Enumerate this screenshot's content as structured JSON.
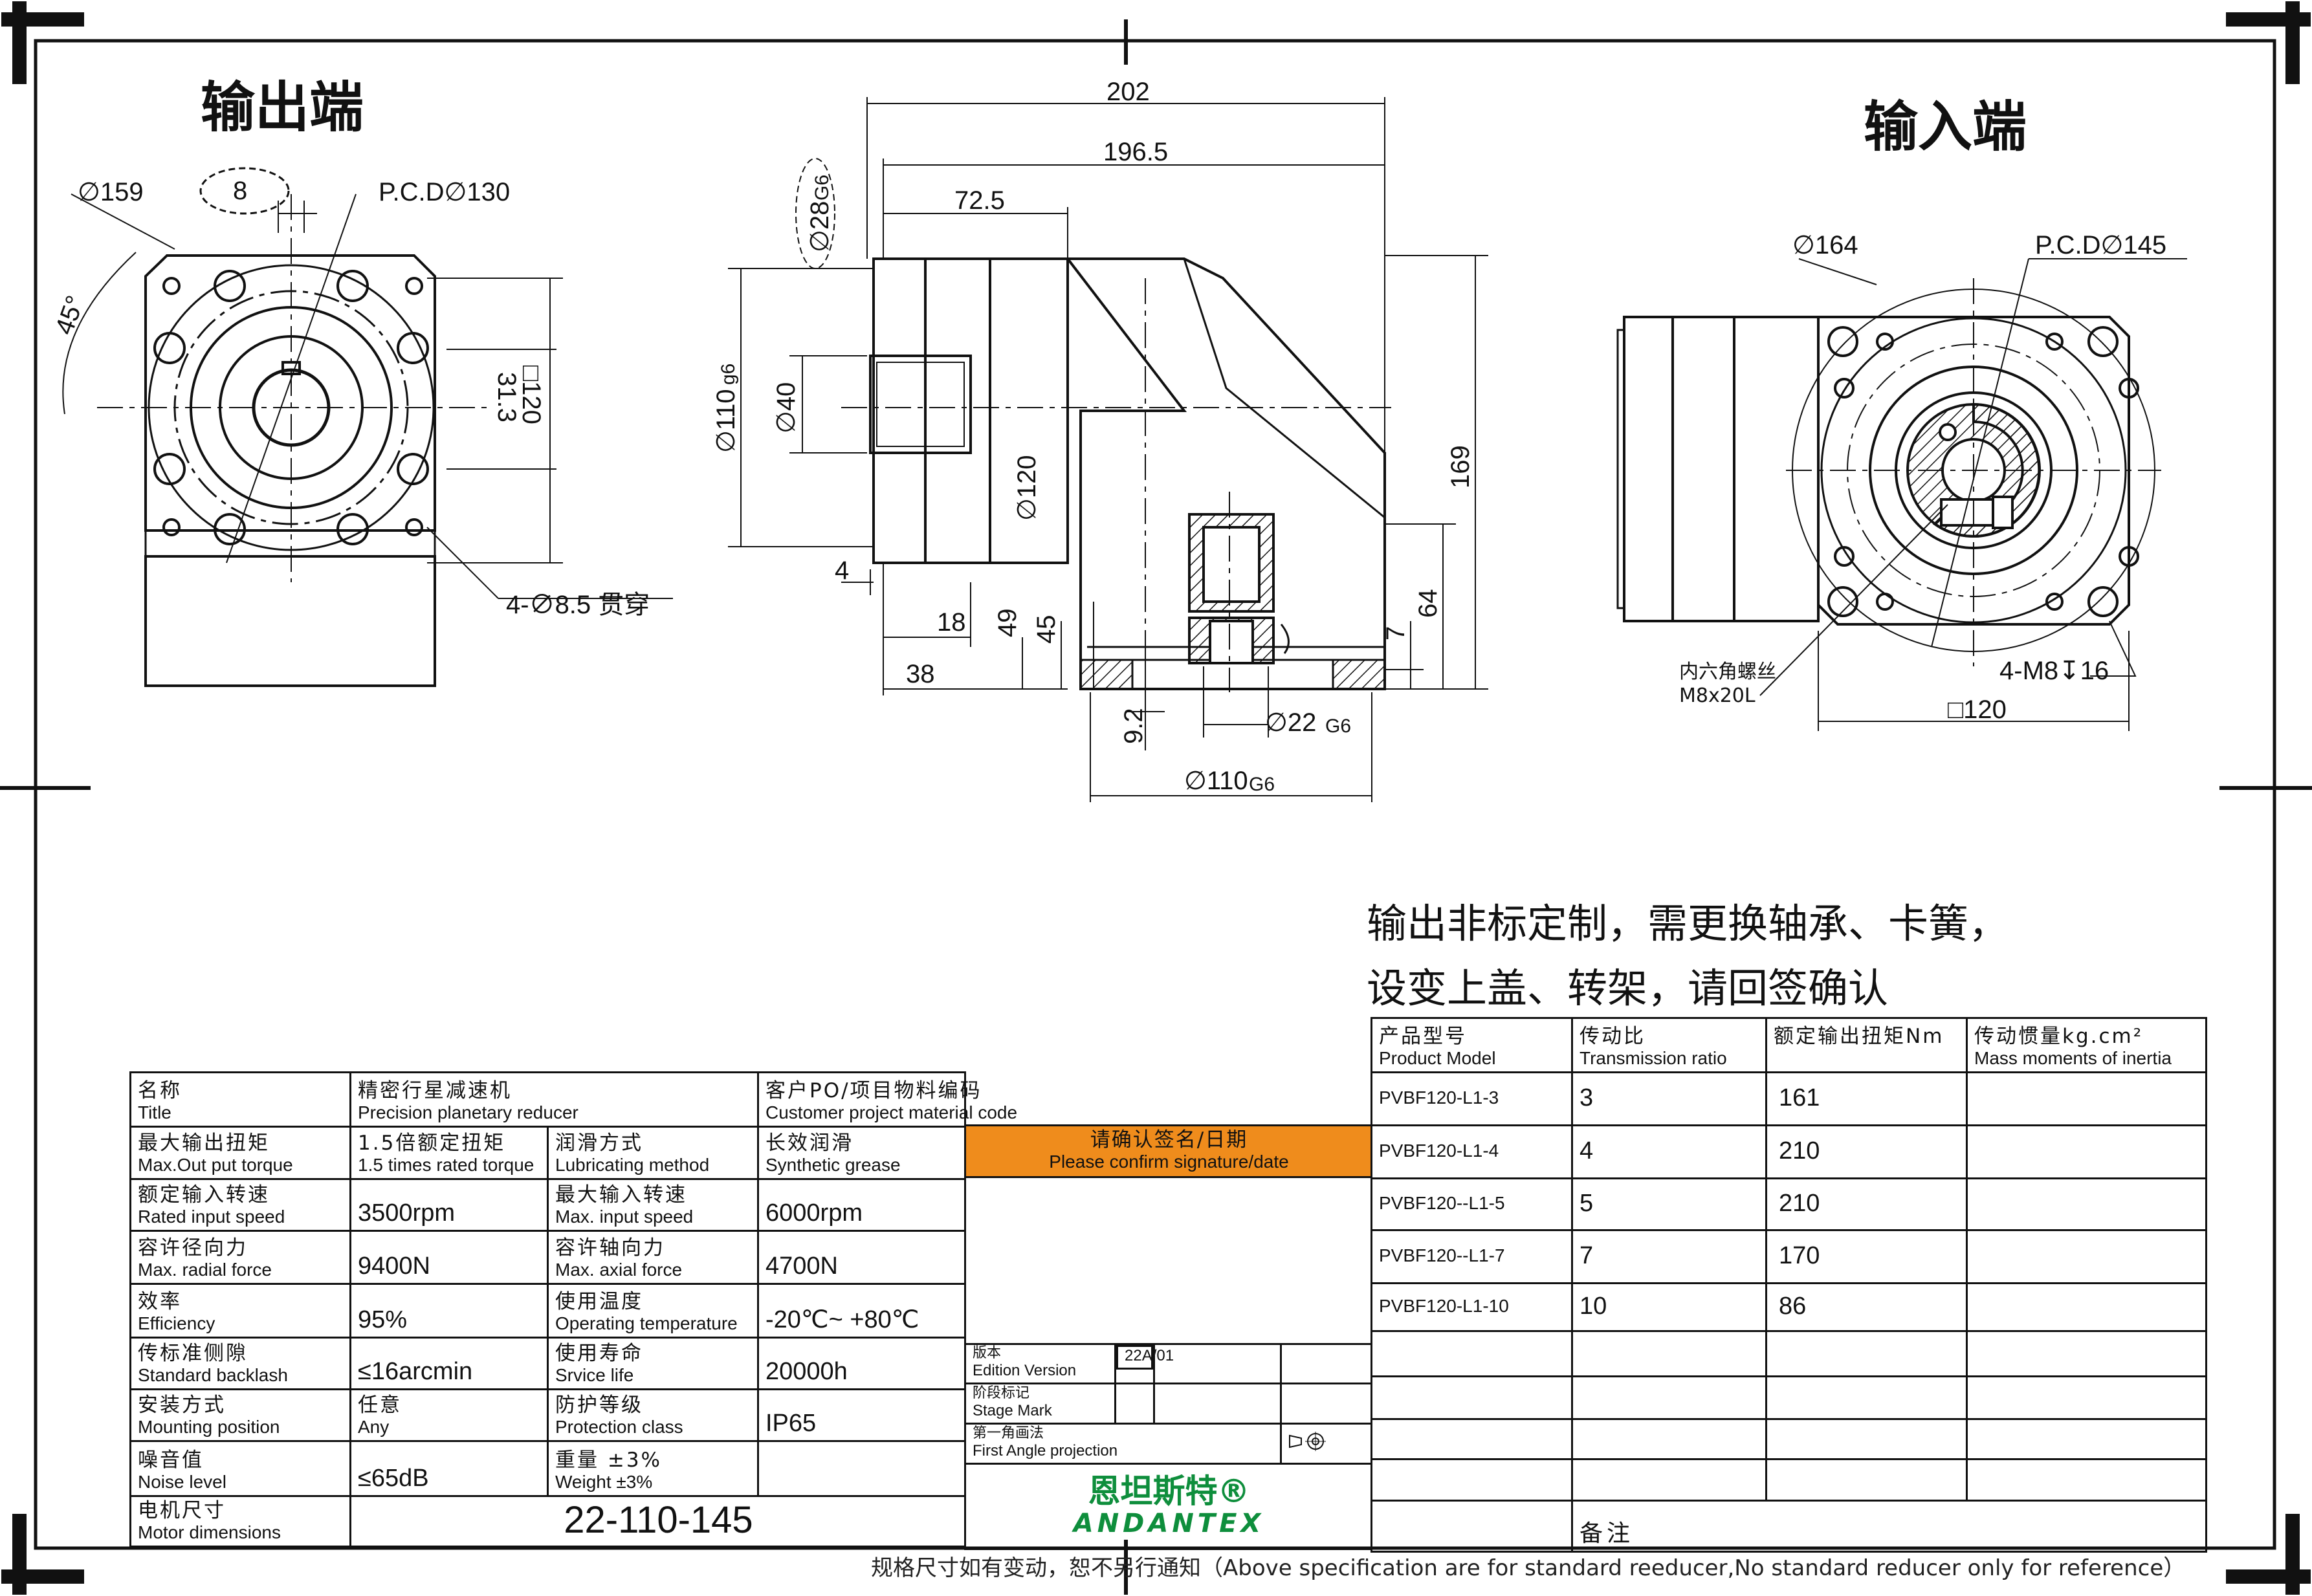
{
  "views": {
    "output_title": "输出端",
    "input_title": "输入端"
  },
  "dimensions": {
    "output": {
      "d159": "∅159",
      "key": "8",
      "pcd": "P.C.D∅130",
      "angle": "45°",
      "key_height": "31.3",
      "square": "□120",
      "holes": "4-∅8.5 贯穿"
    },
    "side": {
      "len202": "202",
      "len196": "196.5",
      "len72": "72.5",
      "shaft": "∅28",
      "shaft_tol": "G6",
      "d110": "∅110",
      "d110_tol": "g6",
      "d40": "∅40",
      "d120": "∅120",
      "h169": "169",
      "h64": "64",
      "d4": "4",
      "d18": "18",
      "d38": "38",
      "d49": "49",
      "d45": "45",
      "d7": "7",
      "d92": "9.2",
      "d22": "∅22",
      "d22_tol": "G6",
      "d110b": "∅110",
      "d110b_tol": "G6"
    },
    "input": {
      "d164": "∅164",
      "pcd": "P.C.D∅145",
      "screw_cn": "内六角螺丝",
      "screw": "M8x20L",
      "holes": "4-M8↧16",
      "square": "□120"
    }
  },
  "requirement": {
    "line1": "输出非标定制，需更换轴承、卡簧，",
    "line2": "设变上盖、转架，请回签确认"
  },
  "spec": {
    "title_cn": "名称",
    "title_en": "Title",
    "title_val_cn": "精密行星减速机",
    "title_val_en": "Precision planetary reducer",
    "cust_cn": "客户PO/项目物料编码",
    "cust_en": "Customer project material code",
    "torque_cn": "最大输出扭矩",
    "torque_en": "Max.Out put torque",
    "torque_val_cn": "1.5倍额定扭矩",
    "torque_val_en": "1.5 times rated torque",
    "lub_cn": "润滑方式",
    "lub_en": "Lubricating method",
    "lub_val_cn": "长效润滑",
    "lub_val_en": "Synthetic grease",
    "confirm_cn": "请确认签名/日期",
    "confirm_en": "Please confirm signature/date",
    "rated_speed_cn": "额定输入转速",
    "rated_speed_en": "Rated input speed",
    "rated_speed_val": "3500rpm",
    "max_speed_cn": "最大输入转速",
    "max_speed_en": "Max. input speed",
    "max_speed_val": "6000rpm",
    "radial_cn": "容许径向力",
    "radial_en": "Max. radial force",
    "radial_val": "9400N",
    "axial_cn": "容许轴向力",
    "axial_en": "Max. axial force",
    "axial_val": "4700N",
    "eff_cn": "效率",
    "eff_en": "Efficiency",
    "eff_val": "95%",
    "temp_cn": "使用温度",
    "temp_en": "Operating temperature",
    "temp_val": "-20℃~ +80℃",
    "backlash_cn": "传标准侧隙",
    "backlash_en": "Standard backlash",
    "backlash_val": "≤16arcmin",
    "life_cn": "使用寿命",
    "life_en": "Srvice life",
    "life_val": "20000h",
    "mount_cn": "安装方式",
    "mount_en": "Mounting position",
    "mount_val_cn": "任意",
    "mount_val_en": "Any",
    "prot_cn": "防护等级",
    "prot_en": "Protection class",
    "prot_val": "IP65",
    "noise_cn": "噪音值",
    "noise_en": "Noise level",
    "noise_val": "≤65dB",
    "weight_cn": "重量 ±3%",
    "weight_en": "Weight ±3%",
    "motor_cn": "电机尺寸",
    "motor_en": "Motor dimensions",
    "motor_val": "22-110-145"
  },
  "stamp": {
    "version_cn": "版本",
    "version_en": "Edition Version",
    "version_val": "22A/01",
    "stage_cn": "阶段标记",
    "stage_en": "Stage Mark",
    "proj_cn": "第一角画法",
    "proj_en": "First Angle projection",
    "logo_cn": "恩坦斯特®",
    "logo_en": "ANDANTEX"
  },
  "models": {
    "h_model_cn": "产品型号",
    "h_model_en": "Product Model",
    "h_ratio_cn": "传动比",
    "h_ratio_en": "Transmission ratio",
    "h_torque_cn": "额定输出扭矩Nm",
    "h_inertia_cn": "传动惯量kg.cm²",
    "h_inertia_en": "Mass moments of inertia",
    "rows": [
      {
        "model": "PVBF120-L1-3",
        "ratio": "3",
        "torque": "161"
      },
      {
        "model": "PVBF120-L1-4",
        "ratio": "4",
        "torque": "210"
      },
      {
        "model": "PVBF120--L1-5",
        "ratio": "5",
        "torque": "210"
      },
      {
        "model": "PVBF120--L1-7",
        "ratio": "7",
        "torque": "170"
      },
      {
        "model": "PVBF120-L1-10",
        "ratio": "10",
        "torque": "86"
      }
    ],
    "remark": "备注"
  },
  "footer": "规格尺寸如有变动，恕不另行通知（Above specification are for standard reeducer,No standard reducer only for reference）",
  "colors": {
    "confirm_bg": "#ef8c1c",
    "brand": "#0e8e3c"
  }
}
